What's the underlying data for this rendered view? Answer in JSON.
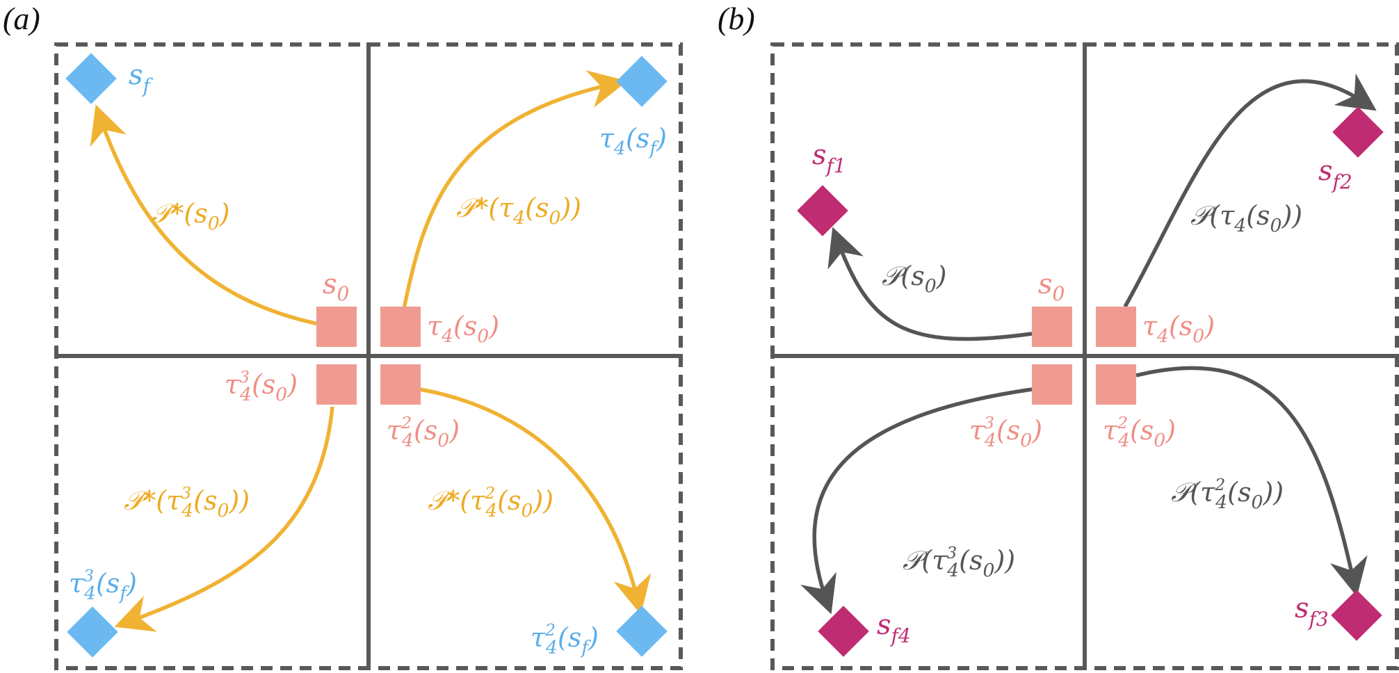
{
  "colors": {
    "grid": "#595959",
    "initial_state": "#f09b91",
    "goal_a": "#6cb9f2",
    "goal_b": "#c02c72",
    "path_a": "#f0b232",
    "path_b": "#555555",
    "text_initial": "#ef8e85",
    "text_goal_a": "#5aaeea",
    "text_path_a": "#eeaa22",
    "text_path_b": "#555555",
    "text_goal_b": "#c02c72"
  },
  "panel_a": {
    "tag": "(a)",
    "goal_top_left": "s_f",
    "goal_top_right": "τ4(s_f)",
    "goal_bottom_left": "τ4^3(s_f)",
    "goal_bottom_right": "τ4^2(s_f)",
    "state_top_left": "s0",
    "state_top_right": "τ4(s0)",
    "state_bottom_left": "τ4^3(s0)",
    "state_bottom_right": "τ4^2(s0)",
    "path_top_left": "𝒫*(s0)",
    "path_top_right": "𝒫*(τ4(s0))",
    "path_bottom_left": "𝒫*(τ4^3(s0))",
    "path_bottom_right": "𝒫*(τ4^2(s0))"
  },
  "panel_b": {
    "tag": "(b)",
    "goal_1": "s_f1",
    "goal_2": "s_f2",
    "goal_3": "s_f3",
    "goal_4": "s_f4",
    "state_top_left": "s0",
    "state_top_right": "τ4(s0)",
    "state_bottom_left": "τ4^3(s0)",
    "state_bottom_right": "τ4^2(s0)",
    "path_top_left": "𝒫(s0)",
    "path_top_right": "𝒫(τ4(s0))",
    "path_bottom_left": "𝒫(τ4^3(s0))",
    "path_bottom_right": "𝒫(τ4^2(s0))"
  },
  "glyphs": {
    "script_p": "𝒫",
    "star": "*",
    "tau": "τ",
    "s": "s",
    "open_paren": "(",
    "close_paren": ")",
    "f": "f",
    "zero": "0",
    "four": "4",
    "two": "2",
    "three": "3",
    "one": "1"
  }
}
